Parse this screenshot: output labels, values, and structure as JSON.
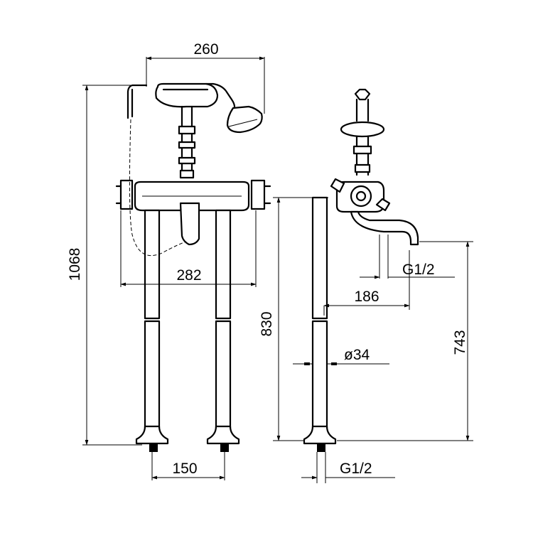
{
  "dimensions": {
    "head_width": "260",
    "total_height": "1068",
    "handle_span": "282",
    "leg_spacing": "150",
    "floor_height": "830",
    "spout_reach": "186",
    "spout_connection": "G1/2",
    "spout_height": "743",
    "leg_diameter": "ø34",
    "floor_connection": "G1/2"
  }
}
